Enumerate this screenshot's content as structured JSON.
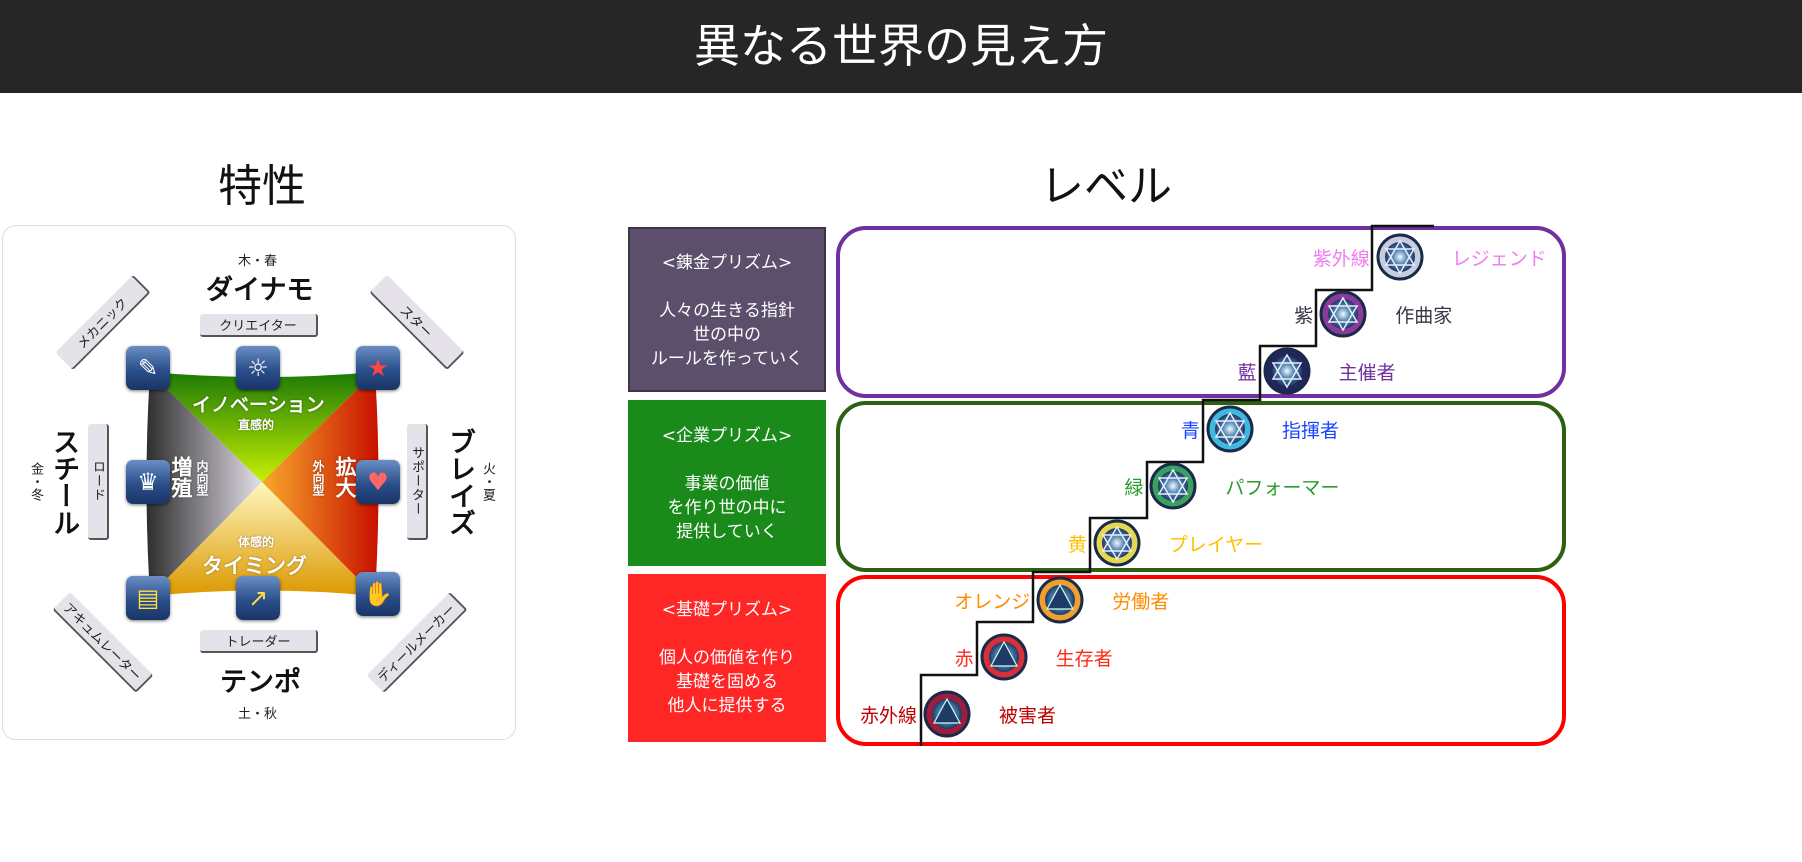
{
  "header": {
    "title": "異なる世界の見え方"
  },
  "left": {
    "title": "特性",
    "dynamo": {
      "season": "木・春",
      "name": "ダイナモ",
      "role": "クリエイター"
    },
    "steel": {
      "season": "金・冬",
      "name": "スチール",
      "role": "ロード"
    },
    "blaze": {
      "season": "火・夏",
      "name": "ブレイズ",
      "role": "サポーター"
    },
    "tempo": {
      "season": "土・秋",
      "name": "テンポ",
      "role": "トレーダー"
    },
    "diagonals": {
      "top_left": "メカニック",
      "top_right": "スター",
      "bottom_left": "アキュムレーター",
      "bottom_right": "ディールメーカー"
    },
    "quadrants": {
      "top": {
        "name": "イノベーション",
        "sub": "直感的"
      },
      "left": {
        "name": "増殖",
        "sub": "内向型"
      },
      "right": {
        "name": "拡大",
        "sub": "外向型"
      },
      "bottom": {
        "name": "タイミング",
        "sub": "体感的"
      }
    },
    "icons": [
      "wrench-icon",
      "lightbulb-icon",
      "star-icon",
      "crown-icon",
      "hearts-icon",
      "gold-bars-icon",
      "chart-up-icon",
      "handshake-icon"
    ]
  },
  "right": {
    "title": "レベル",
    "prisms": [
      {
        "title": "<錬金プリズム>",
        "lines": [
          "人々の生きる指針",
          "世の中の",
          "ルールを作っていく"
        ],
        "color": "#5b4f6b",
        "border": "#7030a0"
      },
      {
        "title": "<企業プリズム>",
        "lines": [
          "事業の価値",
          "を作り世の中に",
          "提供していく"
        ],
        "color": "#1a8a1a",
        "border": "#2d6010"
      },
      {
        "title": "<基礎プリズム>",
        "lines": [
          "個人の価値を作り",
          "基礎を固める",
          "他人に提供する"
        ],
        "color": "#ff2626",
        "border": "#ff0000"
      }
    ],
    "levels": [
      {
        "color_name": "赤外線",
        "role": "被害者",
        "text": "#c00000",
        "orb": "#a01c3c",
        "shape": "triangle"
      },
      {
        "color_name": "赤",
        "role": "生存者",
        "text": "#ff2a1a",
        "orb": "#d8303a",
        "shape": "triangle"
      },
      {
        "color_name": "オレンジ",
        "role": "労働者",
        "text": "#ff8c00",
        "orb": "#f0a030",
        "shape": "triangle"
      },
      {
        "color_name": "黄",
        "role": "プレイヤー",
        "text": "#ffc000",
        "orb": "#e4d850",
        "shape": "star"
      },
      {
        "color_name": "緑",
        "role": "パフォーマー",
        "text": "#2a9a2a",
        "orb": "#3aa060",
        "shape": "star"
      },
      {
        "color_name": "青",
        "role": "指揮者",
        "text": "#1a44ff",
        "orb": "#40b8e0",
        "shape": "star"
      },
      {
        "color_name": "藍",
        "role": "主催者",
        "text": "#7030a0",
        "orb": "#22265a",
        "shape": "star"
      },
      {
        "color_name": "紫",
        "role": "作曲家",
        "text": "#3c3448",
        "orb": "#8a3a9a",
        "shape": "star"
      },
      {
        "color_name": "紫外線",
        "role": "レジェンド",
        "text": "#f07ef0",
        "orb": "#c8cce0",
        "shape": "star"
      }
    ]
  }
}
